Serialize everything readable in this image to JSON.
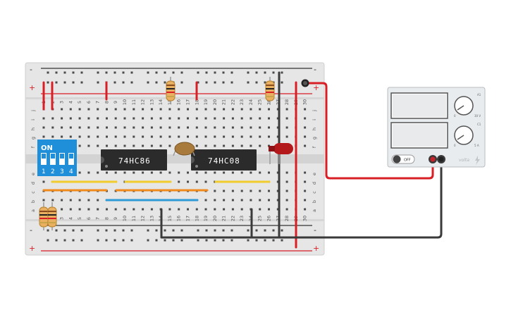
{
  "breadboard": {
    "rail_minus": "-",
    "rail_plus": "+",
    "column_numbers": [
      "1",
      "2",
      "3",
      "4",
      "5",
      "6",
      "7",
      "8",
      "9",
      "10",
      "11",
      "12",
      "13",
      "14",
      "15",
      "16",
      "17",
      "18",
      "19",
      "20",
      "21",
      "22",
      "23",
      "24",
      "25",
      "26",
      "27",
      "28",
      "29",
      "30"
    ],
    "row_letters_top": [
      "j",
      "i",
      "h",
      "g",
      "f"
    ],
    "row_letters_bottom": [
      "e",
      "d",
      "c",
      "b",
      "a"
    ]
  },
  "chips": {
    "chip1_label": "74HC86",
    "chip2_label": "74HC08"
  },
  "dip_switch": {
    "on_label": "ON",
    "numbers": [
      "1",
      "2",
      "3",
      "4"
    ]
  },
  "power_supply": {
    "off_label": "OFF",
    "knob1_marks": [
      "A1",
      "0",
      "30 V"
    ],
    "knob2_marks": [
      "C1",
      "0",
      "5 A"
    ],
    "brand": "volta"
  },
  "colors": {
    "red_wire": "#d81f26",
    "black_wire": "#3a3a3a",
    "yellow_wire": "#f2cc2c",
    "orange_wire": "#f08a1c",
    "blue_wire": "#2f9bd6",
    "dip_blue": "#1f8fd9",
    "led_red": "#b3181b"
  }
}
